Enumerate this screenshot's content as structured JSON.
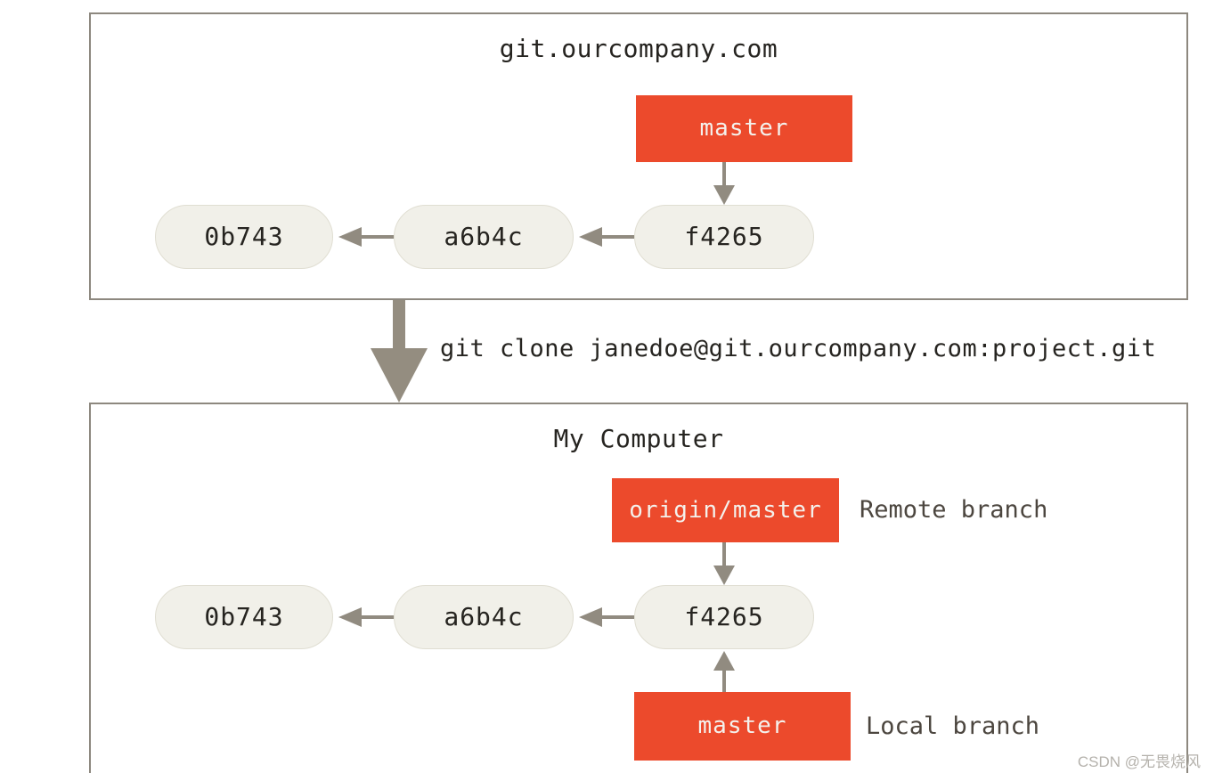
{
  "colors": {
    "branch_red": "#ec4a2c",
    "branch_label_text": "#f4f1ec",
    "pill_bg": "#f1f0e9",
    "pill_border": "#e0ded2",
    "box_border": "#8d887f",
    "arrow": "#918b80",
    "big_arrow": "#948d80",
    "text_dark": "#262420",
    "annotation_text": "#4c463f",
    "watermark": "#b5b2ac"
  },
  "server": {
    "title": "git.ourcompany.com",
    "branch_label": "master",
    "commits": [
      "0b743",
      "a6b4c",
      "f4265"
    ]
  },
  "clone_command": "git clone janedoe@git.ourcompany.com:project.git",
  "local": {
    "title": "My Computer",
    "remote_branch_label": "origin/master",
    "remote_branch_annotation": "Remote branch",
    "commits": [
      "0b743",
      "a6b4c",
      "f4265"
    ],
    "local_branch_label": "master",
    "local_branch_annotation": "Local branch"
  },
  "watermark": "CSDN @无畏烧风"
}
